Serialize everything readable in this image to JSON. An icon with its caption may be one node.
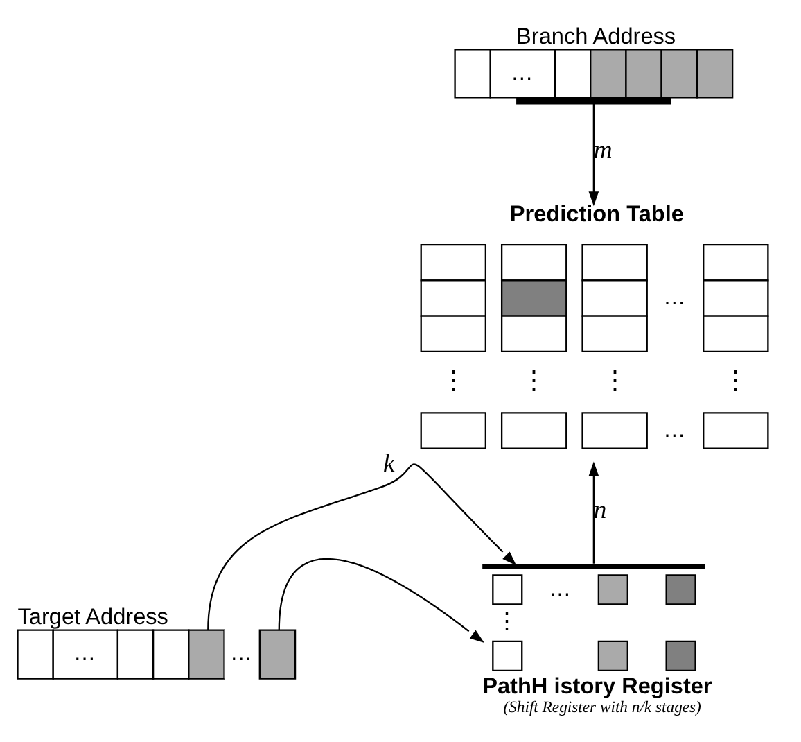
{
  "diagram": {
    "nodes": [
      {
        "text": [
          "Branch Address",
          "…"
        ]
      },
      {
        "text": [
          "Prediction Table",
          "…",
          "⋮",
          "⋮",
          "⋮",
          "⋮",
          "…"
        ]
      },
      {
        "text": [
          "…",
          "⋮",
          "PathH istory Register",
          "(Shift Register with n/k stages)"
        ]
      },
      {
        "text": [
          "Target Address",
          "…",
          "…"
        ]
      }
    ],
    "edges": [
      {
        "from": 0,
        "to": 1,
        "arrow": "to",
        "label": "m"
      },
      {
        "from": 3,
        "to": 2,
        "arrow": "to",
        "label": "k"
      },
      {
        "from": 3,
        "to": 2,
        "arrow": "to"
      },
      {
        "from": 2,
        "to": 1,
        "arrow": "to",
        "label": "n"
      }
    ]
  }
}
